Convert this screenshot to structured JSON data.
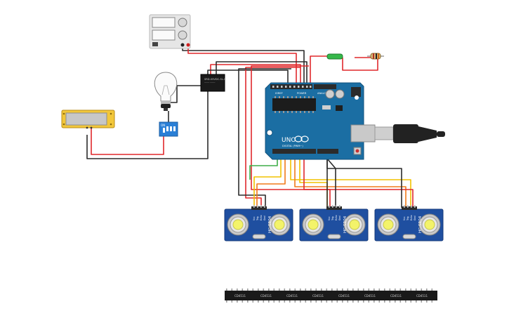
{
  "schematic": {
    "relay": {
      "label": "SRD-05VDC-SL-C"
    },
    "dip_switch": {
      "label": "ON"
    },
    "arduino": {
      "logo": "UNO",
      "digital_label": "DIGITAL (PWM~)",
      "power_label": "POWER",
      "analog_label": "ANALOG IN",
      "ioref_label": "IOREF"
    },
    "sensors": [
      {
        "model": "HC-SR04",
        "pins": [
          "Vcc",
          "Trig",
          "Echo",
          "Gnd"
        ]
      },
      {
        "model": "HC-SR04",
        "pins": [
          "Vcc",
          "Trig",
          "Echo",
          "Gnd"
        ]
      },
      {
        "model": "HC-SR04",
        "pins": [
          "Vcc",
          "Trig",
          "Echo",
          "Gnd"
        ]
      }
    ],
    "ic_strip": {
      "chip_label": "CD4511",
      "count": 8
    },
    "colors": {
      "wire_red": "#e0282c",
      "wire_black": "#2b2b2b",
      "wire_green": "#3fae49",
      "wire_yellow": "#f2c200",
      "wire_orange": "#f07a1a",
      "board_blue": "#1b6ea3",
      "sensor_blue": "#1f4fa0",
      "lcd_yellow": "#f2c73a"
    }
  }
}
